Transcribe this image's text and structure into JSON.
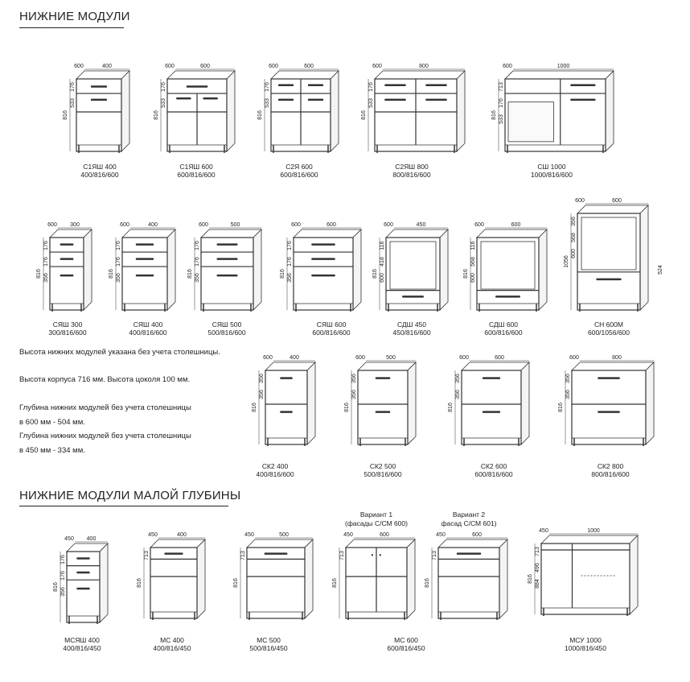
{
  "sections": {
    "base": "НИЖНИЕ МОДУЛИ",
    "shallow": "НИЖНИЕ МОДУЛИ МАЛОЙ ГЛУБИНЫ"
  },
  "notes": [
    "Высота нижних модулей указана без учета столешницы.",
    "Высота корпуса 716 мм. Высота цоколя 100 мм.",
    "Глубина нижних модулей без учета столешницы",
    "в 600 мм - 504 мм.",
    "Глубина нижних модулей без учета столешницы",
    "в 450 мм - 334 мм."
  ],
  "modules": [
    {
      "name": "С1ЯШ 400",
      "dims": "400/816/600",
      "depth": "600",
      "width": "400",
      "height": "816",
      "sub": [
        "176",
        "533"
      ],
      "kind": "d1"
    },
    {
      "name": "С1ЯШ 600",
      "dims": "600/816/600",
      "depth": "600",
      "width": "600",
      "height": "816",
      "sub": [
        "176",
        "533"
      ],
      "kind": "d1x2"
    },
    {
      "name": "С2Я 600",
      "dims": "600/816/600",
      "depth": "600",
      "width": "600",
      "height": "816",
      "sub": [
        "176",
        "533"
      ],
      "kind": "d2x2"
    },
    {
      "name": "С2ЯШ 800",
      "dims": "800/816/600",
      "depth": "600",
      "width": "800",
      "height": "816",
      "sub": [
        "176",
        "533"
      ],
      "kind": "d2x2"
    },
    {
      "name": "СШ 1000",
      "dims": "1000/816/600",
      "depth": "600",
      "width": "1000",
      "height": "816",
      "sub": [
        "713",
        "176",
        "533"
      ],
      "kind": "corner"
    },
    {
      "name": "СЯШ 300",
      "dims": "300/816/600",
      "depth": "600",
      "width": "300",
      "height": "816",
      "sub": [
        "176",
        "176",
        "356"
      ],
      "kind": "d3"
    },
    {
      "name": "СЯШ 400",
      "dims": "400/816/600",
      "depth": "600",
      "width": "400",
      "height": "816",
      "sub": [
        "176",
        "176",
        "356"
      ],
      "kind": "d3"
    },
    {
      "name": "СЯШ 500",
      "dims": "500/816/600",
      "depth": "600",
      "width": "500",
      "height": "816",
      "sub": [
        "176",
        "176",
        "356"
      ],
      "kind": "d3"
    },
    {
      "name": "СЯШ 600",
      "dims": "600/816/600",
      "depth": "600",
      "width": "600",
      "height": "816",
      "sub": [
        "176",
        "176",
        "356"
      ],
      "kind": "d3"
    },
    {
      "name": "СДШ 450",
      "dims": "450/816/600",
      "depth": "600",
      "width": "450",
      "height": "816",
      "sub": [
        "116",
        "418",
        "600"
      ],
      "kind": "oven"
    },
    {
      "name": "СДШ 600",
      "dims": "600/816/600",
      "depth": "600",
      "width": "600",
      "height": "816",
      "sub": [
        "116",
        "568",
        "600"
      ],
      "kind": "oven"
    },
    {
      "name": "СН 600М",
      "dims": "600/1056/600",
      "depth": "600",
      "width": "600",
      "height": "1056",
      "sub": [
        "356",
        "568",
        "600",
        "524"
      ],
      "kind": "tall"
    },
    {
      "name": "СК2 400",
      "dims": "400/816/600",
      "depth": "600",
      "width": "400",
      "height": "816",
      "sub": [
        "356",
        "356"
      ],
      "kind": "k2"
    },
    {
      "name": "СК2 500",
      "dims": "500/816/600",
      "depth": "600",
      "width": "500",
      "height": "816",
      "sub": [
        "356",
        "356"
      ],
      "kind": "k2"
    },
    {
      "name": "СК2 600",
      "dims": "600/816/600",
      "depth": "600",
      "width": "600",
      "height": "816",
      "sub": [
        "356",
        "356"
      ],
      "kind": "k2"
    },
    {
      "name": "СК2 800",
      "dims": "800/816/600",
      "depth": "600",
      "width": "800",
      "height": "816",
      "sub": [
        "356",
        "356"
      ],
      "kind": "k2"
    },
    {
      "name": "МСЯШ 400",
      "dims": "400/816/450",
      "depth": "450",
      "width": "400",
      "height": "816",
      "sub": [
        "176",
        "176",
        "356"
      ],
      "kind": "d3"
    },
    {
      "name": "МС 400",
      "dims": "400/816/450",
      "depth": "450",
      "width": "400",
      "height": "816",
      "sub": [
        "713"
      ],
      "kind": "door1"
    },
    {
      "name": "МС 500",
      "dims": "500/816/450",
      "depth": "450",
      "width": "500",
      "height": "816",
      "sub": [
        "713"
      ],
      "kind": "door1"
    },
    {
      "name": "МС 600",
      "dims": "600/816/450",
      "depth": "450",
      "width": "600",
      "height": "816",
      "sub": [
        "713"
      ],
      "kind": "door2",
      "variant": [
        "Вариант 1",
        "(фасады С/СМ 600)"
      ]
    },
    {
      "name": "",
      "dims": "",
      "depth": "450",
      "width": "600",
      "height": "816",
      "sub": [
        "713"
      ],
      "kind": "door1",
      "variant": [
        "Вариант 2",
        "фасад С/СМ 601)"
      ]
    },
    {
      "name": "МСУ 1000",
      "dims": "1000/816/450",
      "depth": "450",
      "width": "1000",
      "height": "816",
      "sub": [
        "713",
        "496",
        "884"
      ],
      "kind": "mcorner"
    }
  ]
}
